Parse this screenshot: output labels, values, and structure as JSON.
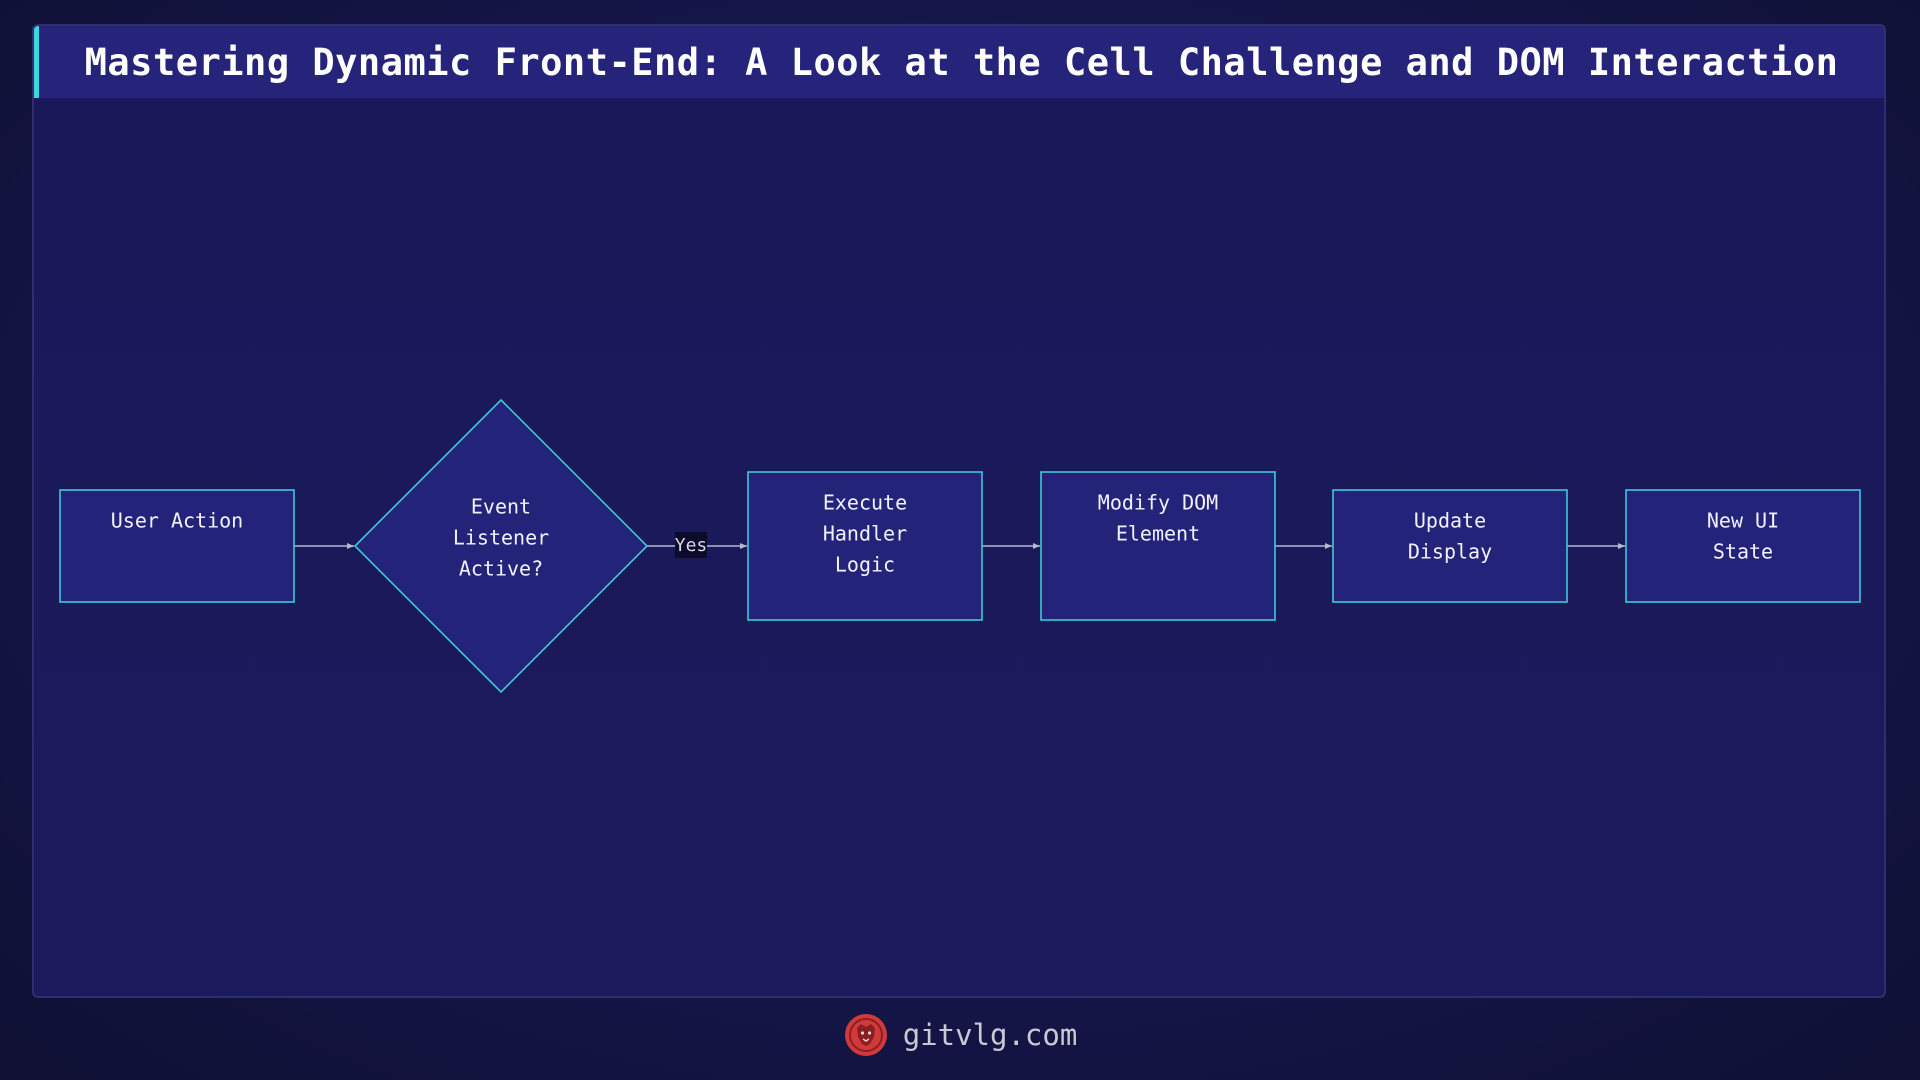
{
  "title": "Mastering Dynamic Front-End: A Look at the Cell Challenge and DOM Interaction",
  "colors": {
    "node_fill": "#24237a",
    "node_stroke": "#3ec9d6",
    "edge": "#b8b8c8",
    "edge_label_bg": "#0c0c2a",
    "logo": "#d23a3a"
  },
  "nodes": [
    {
      "id": "user-action",
      "shape": "rect",
      "lines": [
        "User Action"
      ]
    },
    {
      "id": "event-listener",
      "shape": "diamond",
      "lines": [
        "Event",
        "Listener",
        "Active?"
      ]
    },
    {
      "id": "execute-handler",
      "shape": "rect",
      "lines": [
        "Execute",
        "Handler",
        "Logic"
      ]
    },
    {
      "id": "modify-dom",
      "shape": "rect",
      "lines": [
        "Modify DOM",
        "Element"
      ]
    },
    {
      "id": "update-display",
      "shape": "rect",
      "lines": [
        "Update",
        "Display"
      ]
    },
    {
      "id": "new-ui-state",
      "shape": "rect",
      "lines": [
        "New UI",
        "State"
      ]
    }
  ],
  "edges": [
    {
      "from": "user-action",
      "to": "event-listener",
      "label": ""
    },
    {
      "from": "event-listener",
      "to": "execute-handler",
      "label": "Yes"
    },
    {
      "from": "execute-handler",
      "to": "modify-dom",
      "label": ""
    },
    {
      "from": "modify-dom",
      "to": "update-display",
      "label": ""
    },
    {
      "from": "update-display",
      "to": "new-ui-state",
      "label": ""
    }
  ],
  "footer": {
    "site": "gitvlg.com",
    "logo_icon": "lion-head-icon"
  }
}
